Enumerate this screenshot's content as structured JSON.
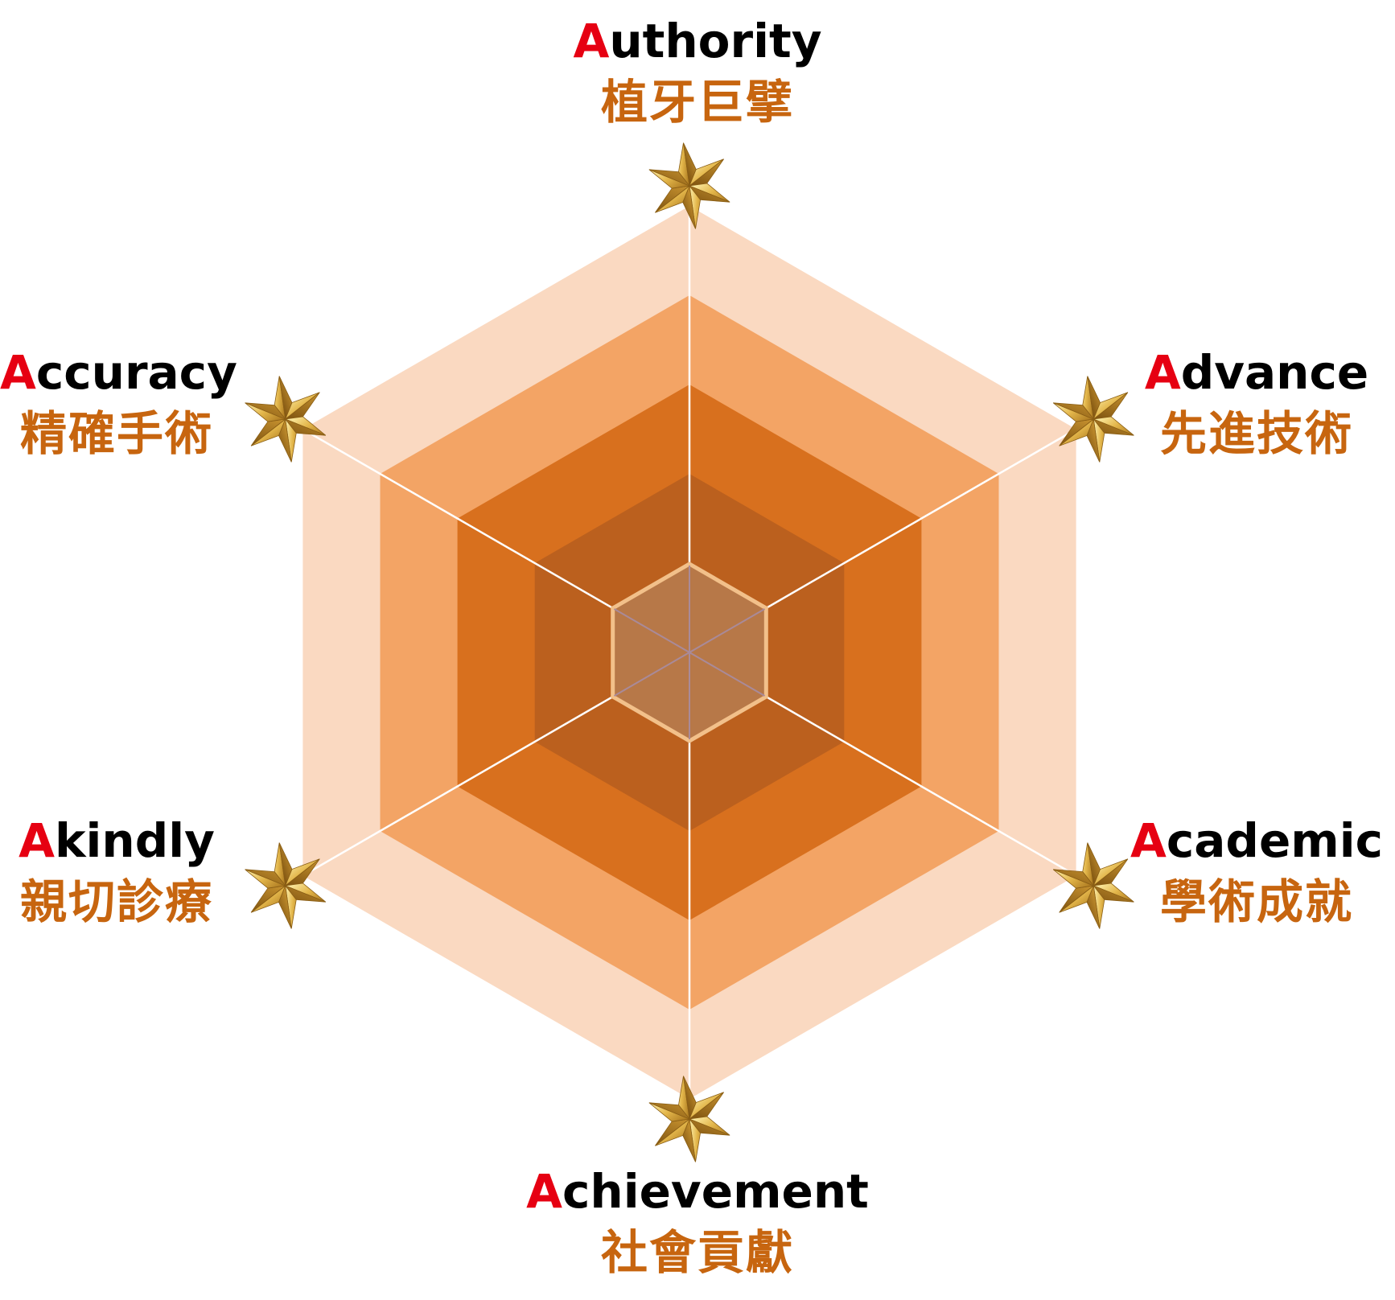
{
  "colors": {
    "ring_outer": "#fad9c1",
    "ring_2": "#f3a465",
    "ring_3": "#d8701e",
    "ring_4": "#bb601e",
    "center_fill": "#b77848",
    "center_stroke": "#f2c08a",
    "axis_line": "#ffffff",
    "inner_axis_line": "#a98a99",
    "initial_letter": "#e60012",
    "english_text": "#000000",
    "chinese_text": "#c7650f",
    "star_gold": "#d4a53c"
  },
  "icons": {
    "axis_marker": "gold-star-icon"
  },
  "axes": [
    {
      "id": "authority",
      "initial": "A",
      "rest": "uthority",
      "zh": "植牙巨擘"
    },
    {
      "id": "advance",
      "initial": "A",
      "rest": "dvance",
      "zh": "先進技術"
    },
    {
      "id": "academic",
      "initial": "A",
      "rest": "cademic",
      "zh": "學術成就"
    },
    {
      "id": "achievement",
      "initial": "A",
      "rest": "chievement",
      "zh": "社會貢獻"
    },
    {
      "id": "akindly",
      "initial": "A",
      "rest": "kindly",
      "zh": "親切診療"
    },
    {
      "id": "accuracy",
      "initial": "A",
      "rest": "ccuracy",
      "zh": "精確手術"
    }
  ]
}
